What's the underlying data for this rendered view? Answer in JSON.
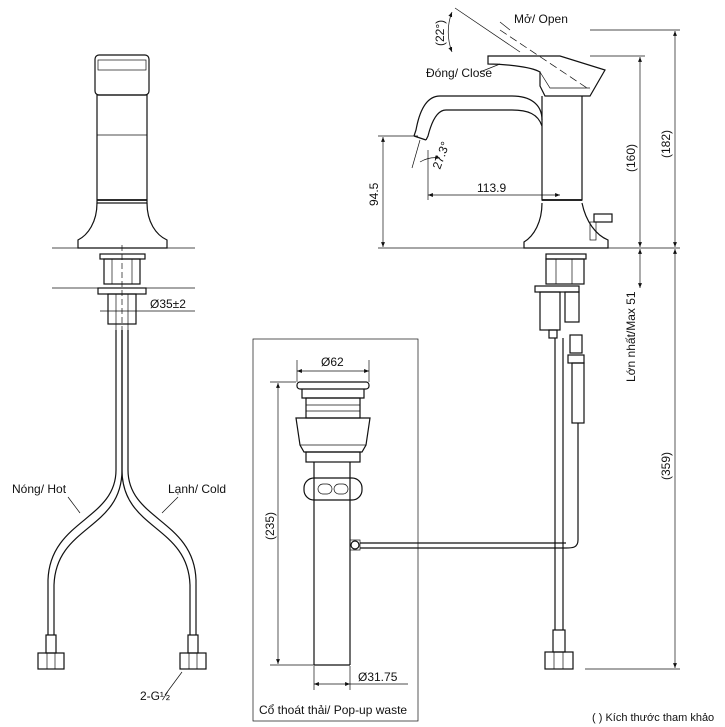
{
  "labels": {
    "open": "Mở/ Open",
    "close": "Đóng/ Close",
    "hot": "Nóng/ Hot",
    "cold": "Lạnh/ Cold",
    "thread": "2-G½",
    "popup_waste": "Cổ thoát thải/ Pop-up waste",
    "max51": "Lớn nhất/Max 51",
    "reference_note": "( ) Kích thước tham khảo"
  },
  "dimensions": {
    "angle_open": "(22°)",
    "angle_spout": "27.3°",
    "spout_reach": "113.9",
    "spout_height": "94.5",
    "height_160": "(160)",
    "height_182": "(182)",
    "hose_359": "(359)",
    "waste_235": "(235)",
    "hole_dia": "Ø35±2",
    "waste_top_dia": "Ø62",
    "waste_bottom_dia": "Ø31.75"
  }
}
